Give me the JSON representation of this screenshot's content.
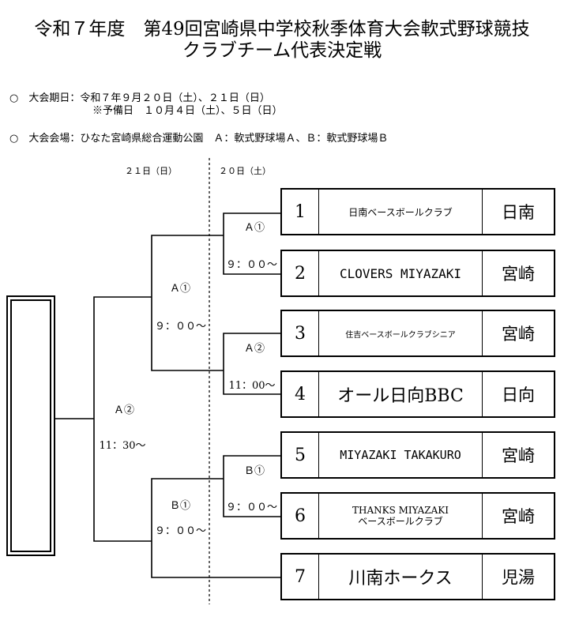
{
  "title": {
    "line1": "令和７年度　第49回宮崎県中学校秋季体育大会軟式野球競技",
    "line2": "クラブチーム代表決定戦"
  },
  "info": {
    "period_label": "○　大会期日：令和７年９月２０日（土）、２１日（日）",
    "reserve_label": "※予備日　１０月４日（土）、５日（日）",
    "venue_label": "○　大会会場：ひなた宮崎県総合運動公園　Ａ：軟式野球場Ａ、Ｂ：軟式野球場Ｂ"
  },
  "day_headers": {
    "day21": "２１日（日）",
    "day20": "２０日（土）"
  },
  "games": {
    "r1_a1": {
      "field": "Ａ①",
      "time": "９：００～"
    },
    "r1_a2": {
      "field": "Ａ②",
      "time": "11：00～"
    },
    "r1_b1": {
      "field": "Ｂ①",
      "time": "９：００～"
    },
    "sf_a1": {
      "field": "Ａ①",
      "time": "９：００～"
    },
    "sf_b1": {
      "field": "Ｂ①",
      "time": "９：００～"
    },
    "final": {
      "field": "Ａ②",
      "time": "11：30～"
    }
  },
  "teams": [
    {
      "num": "1",
      "name": "日南ベースボールクラブ",
      "pref": "日南"
    },
    {
      "num": "2",
      "name": "CLOVERS MIYAZAKI",
      "pref": "宮崎"
    },
    {
      "num": "3",
      "name": "住吉ベースボールクラブシニア",
      "pref": "宮崎"
    },
    {
      "num": "4",
      "name": "オール日向BBC",
      "pref": "日向"
    },
    {
      "num": "5",
      "name": "MIYAZAKI TAKAKURO",
      "pref": "宮崎"
    },
    {
      "num": "6",
      "name": "THANKS MIYAZAKI\nベースボールクラブ",
      "pref": "宮崎"
    },
    {
      "num": "7",
      "name": "川南ホークス",
      "pref": "児湯"
    }
  ]
}
